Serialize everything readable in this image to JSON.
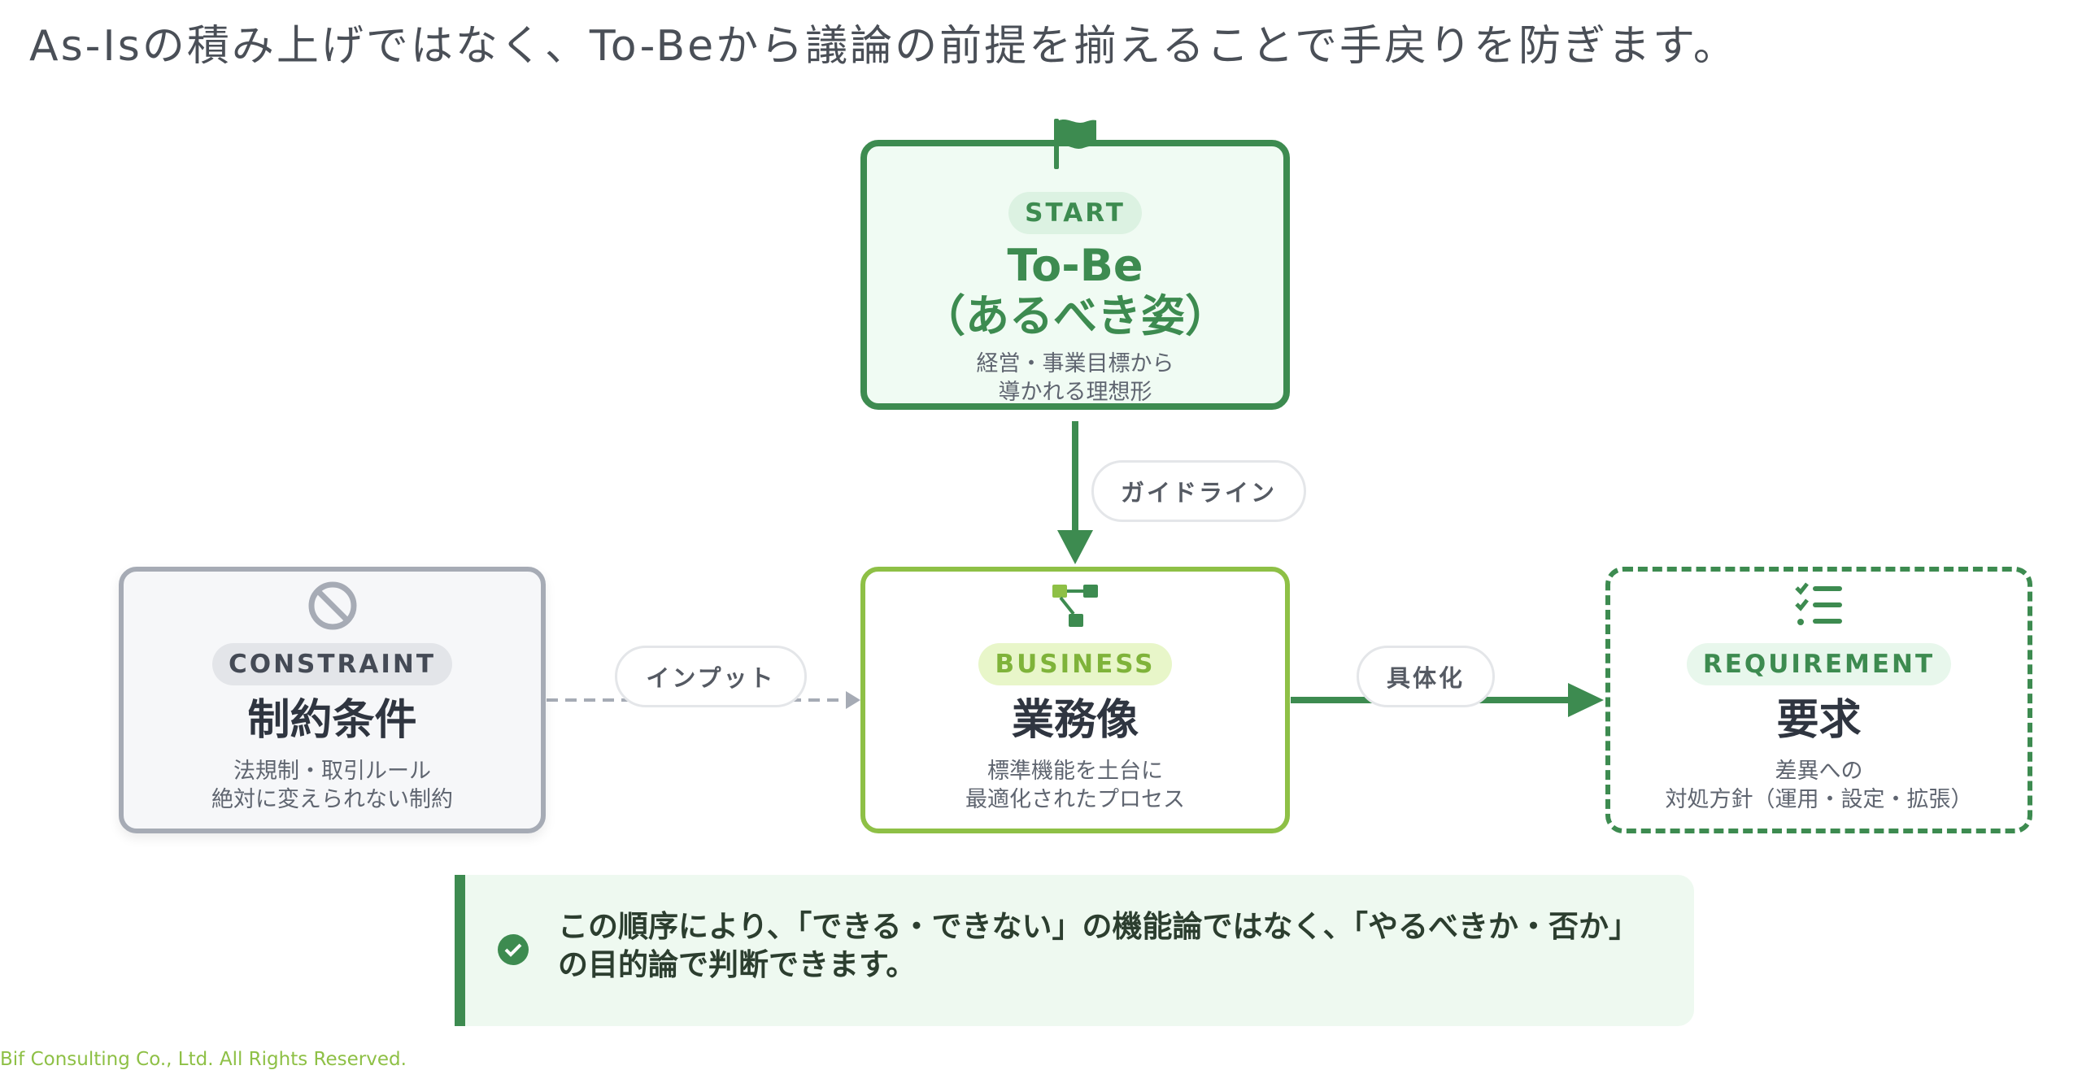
{
  "header": {
    "title": "As-Isの積み上げではなく、To-Beから議論の前提を揃えることで手戻りを防ぎます。"
  },
  "nodes": {
    "tobe": {
      "badge": "START",
      "title": "To-Be\n（あるべき姿）",
      "description": "経営・事業目標から\n導かれる理想形",
      "icon": "flag-icon"
    },
    "constraint": {
      "badge": "CONSTRAINT",
      "title": "制約条件",
      "description": "法規制・取引ルール\n絶対に変えられない制約",
      "icon": "prohibited-icon"
    },
    "business": {
      "badge": "BUSINESS",
      "title": "業務像",
      "description": "標準機能を土台に\n最適化されたプロセス",
      "icon": "process-flow-icon"
    },
    "requirement": {
      "badge": "REQUIREMENT",
      "title": "要求",
      "description": "差異への\n対処方針（運用・設定・拡張）",
      "icon": "checklist-icon"
    }
  },
  "edges": {
    "guideline": "ガイドライン",
    "input": "インプット",
    "concretize": "具体化"
  },
  "note": {
    "text": "この順序により、「できる・できない」の機能論ではなく、「やるべきか・否か」\nの目的論で判断できます。",
    "icon": "check-circle-icon"
  },
  "footer": {
    "copyright": "Bif Consulting Co., Ltd. All Rights Reserved."
  },
  "colors": {
    "primary_green": "#3d8b50",
    "lime_green": "#8ec046",
    "constraint_gray": "#a6abb5",
    "note_bg": "#eef9f0"
  }
}
